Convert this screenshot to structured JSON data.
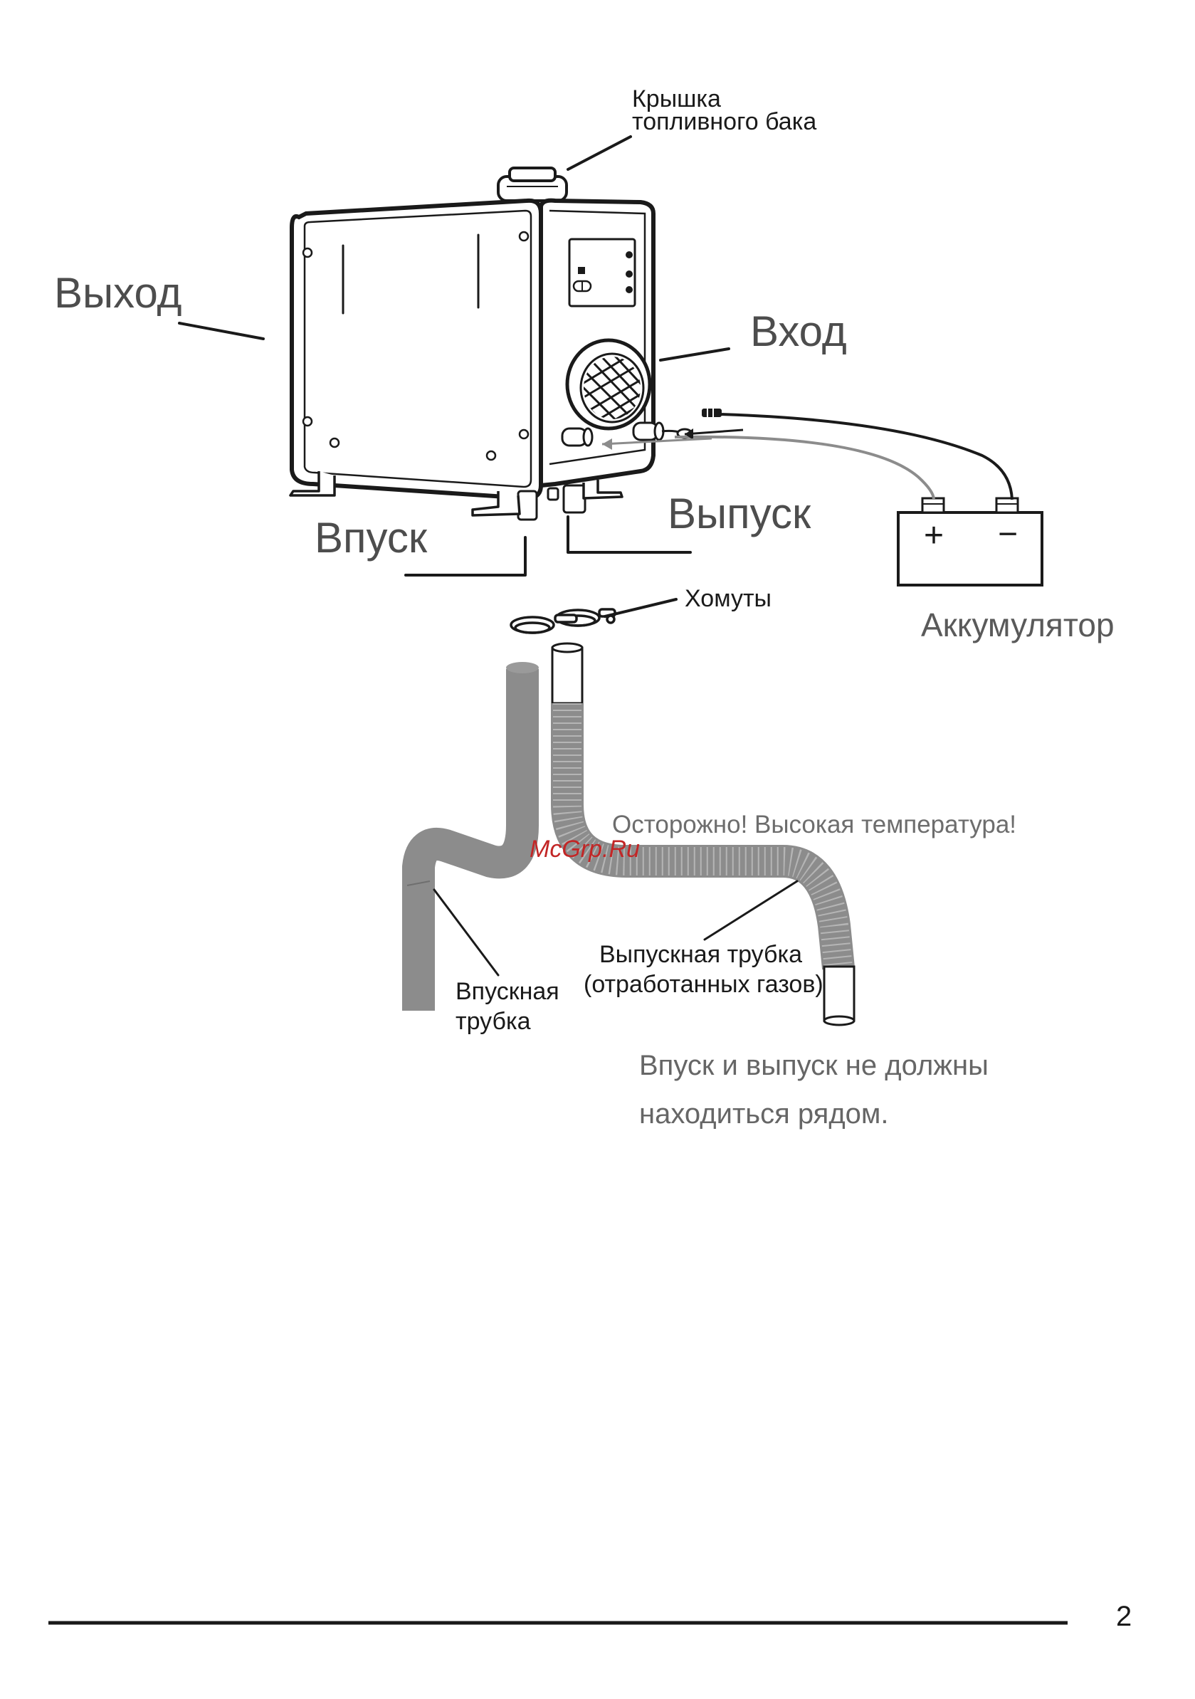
{
  "labels": {
    "fuel_cap_line1": "Крышка",
    "fuel_cap_line2": "топливного бака",
    "outlet": "Выход",
    "inlet": "Вход",
    "intake": "Впуск",
    "exhaust": "Выпуск",
    "clamps": "Хомуты",
    "battery": "Аккумулятор",
    "battery_plus": "+",
    "battery_minus": "−",
    "warning": "Осторожно! Высокая температура!",
    "watermark": "McGrp.Ru",
    "intake_pipe_line1": "Впускная",
    "intake_pipe_line2": "трубка",
    "exhaust_pipe_line1": "Выпускная трубка",
    "exhaust_pipe_line2": "(отработанных газов)"
  },
  "note": {
    "line1": "Впуск и выпуск не должны",
    "line2": "находиться рядом."
  },
  "footer": {
    "page_number": "2"
  },
  "colors": {
    "ink": "#1a1a1a",
    "label_gray": "#4d4d4d",
    "pipe_gray": "#8c8c8c",
    "watermark_red": "#c22626"
  }
}
